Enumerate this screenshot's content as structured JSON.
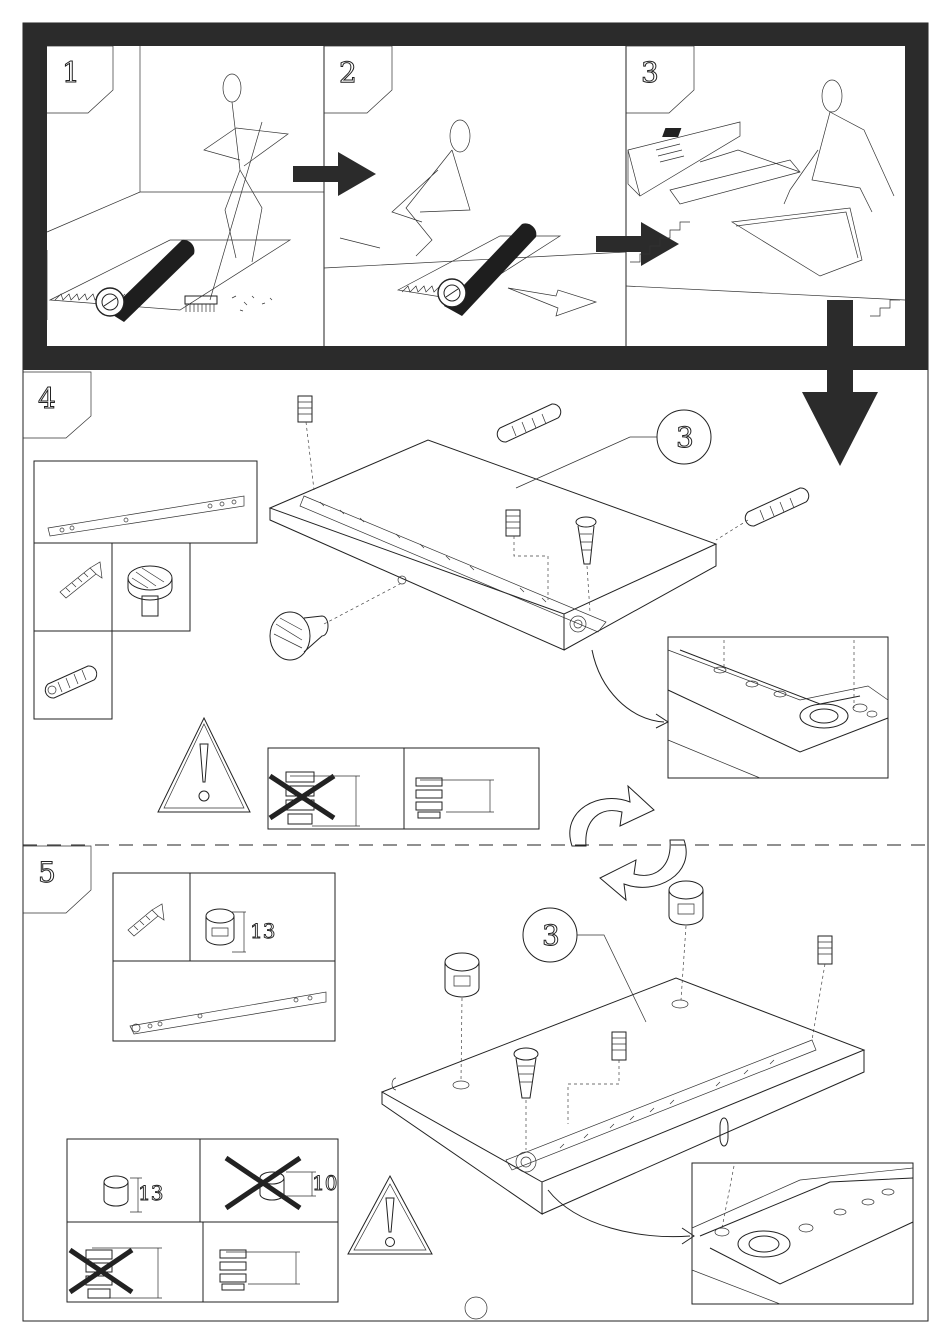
{
  "steps": {
    "s1": "1",
    "s2": "2",
    "s3": "3",
    "s4": "4",
    "s5": "5"
  },
  "callouts": {
    "part_a": "3",
    "part_b": "3"
  },
  "dimensions": {
    "cam_a": "13",
    "cam_b": "13",
    "cam_wrong": "10"
  },
  "colors": {
    "frame": "#2b2b2b",
    "line": "#222222",
    "paper": "#ffffff"
  }
}
